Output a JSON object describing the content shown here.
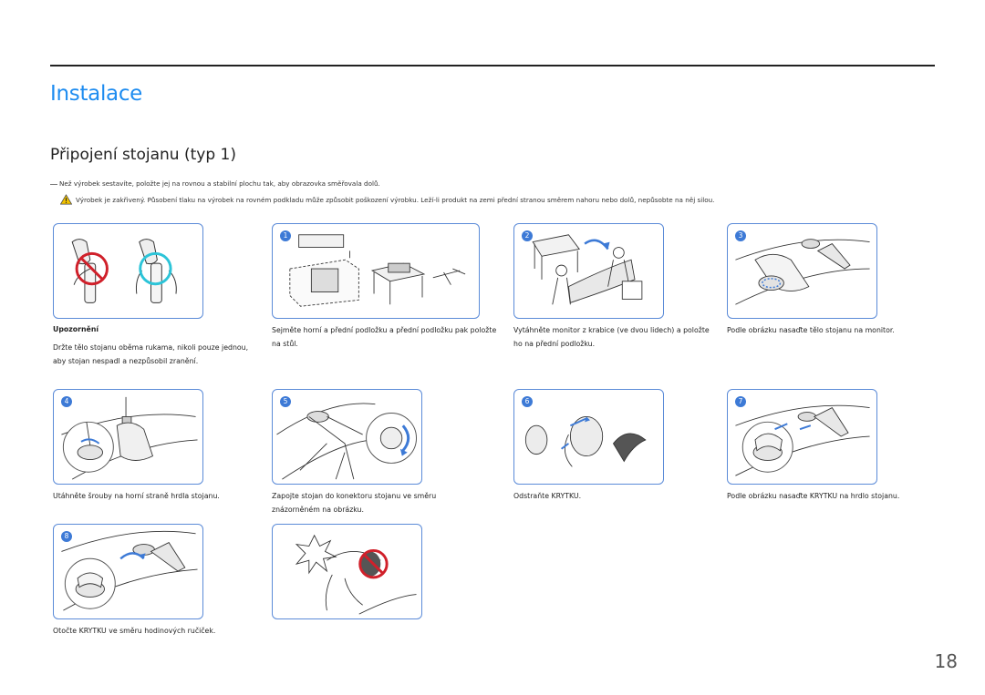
{
  "page": {
    "title": "Instalace",
    "section_title": "Připojení stojanu (typ 1)",
    "page_number": "18"
  },
  "notes": {
    "before_assembly": "Než výrobek sestavíte, položte jej na rovnou a stabilní plochu tak, aby obrazovka směřovala dolů.",
    "warning": "Výrobek je zakřivený. Působení tlaku na výrobek na rovném podkladu může způsobit poškození výrobku. Leží-li produkt na zemi přední stranou směrem nahoru nebo dolů, nepůsobte na něj silou."
  },
  "steps": [
    {
      "badge": "",
      "heading": "Upozornění",
      "caption": "Držte tělo stojanu oběma rukama, nikoli pouze jednou, aby stojan nespadl a nezpůsobil zranění."
    },
    {
      "badge": "1",
      "caption": "Sejměte horní a přední podložku a přední podložku pak položte na stůl."
    },
    {
      "badge": "2",
      "caption": "Vytáhněte monitor z krabice (ve dvou lidech) a položte ho na přední podložku."
    },
    {
      "badge": "3",
      "caption": "Podle obrázku nasaďte tělo stojanu na monitor."
    },
    {
      "badge": "4",
      "caption": "Utáhněte šrouby na horní straně hrdla stojanu."
    },
    {
      "badge": "5",
      "caption": "Zapojte stojan do konektoru stojanu ve směru znázorněném na obrázku."
    },
    {
      "badge": "6",
      "caption": "Odstraňte KRYTKU."
    },
    {
      "badge": "7",
      "caption": "Podle obrázku nasaďte KRYTKU na hrdlo stojanu."
    },
    {
      "badge": "8",
      "caption": "Otočte KRYTKU ve směru hodinových ručiček."
    },
    {
      "badge": "",
      "caption": ""
    }
  ],
  "colors": {
    "accent": "#1e8cf0",
    "panel_border": "#5b8bd8",
    "prohibit_red": "#d0202a",
    "ok_cyan": "#2cc4d8",
    "warning_yellow": "#f2c200"
  }
}
